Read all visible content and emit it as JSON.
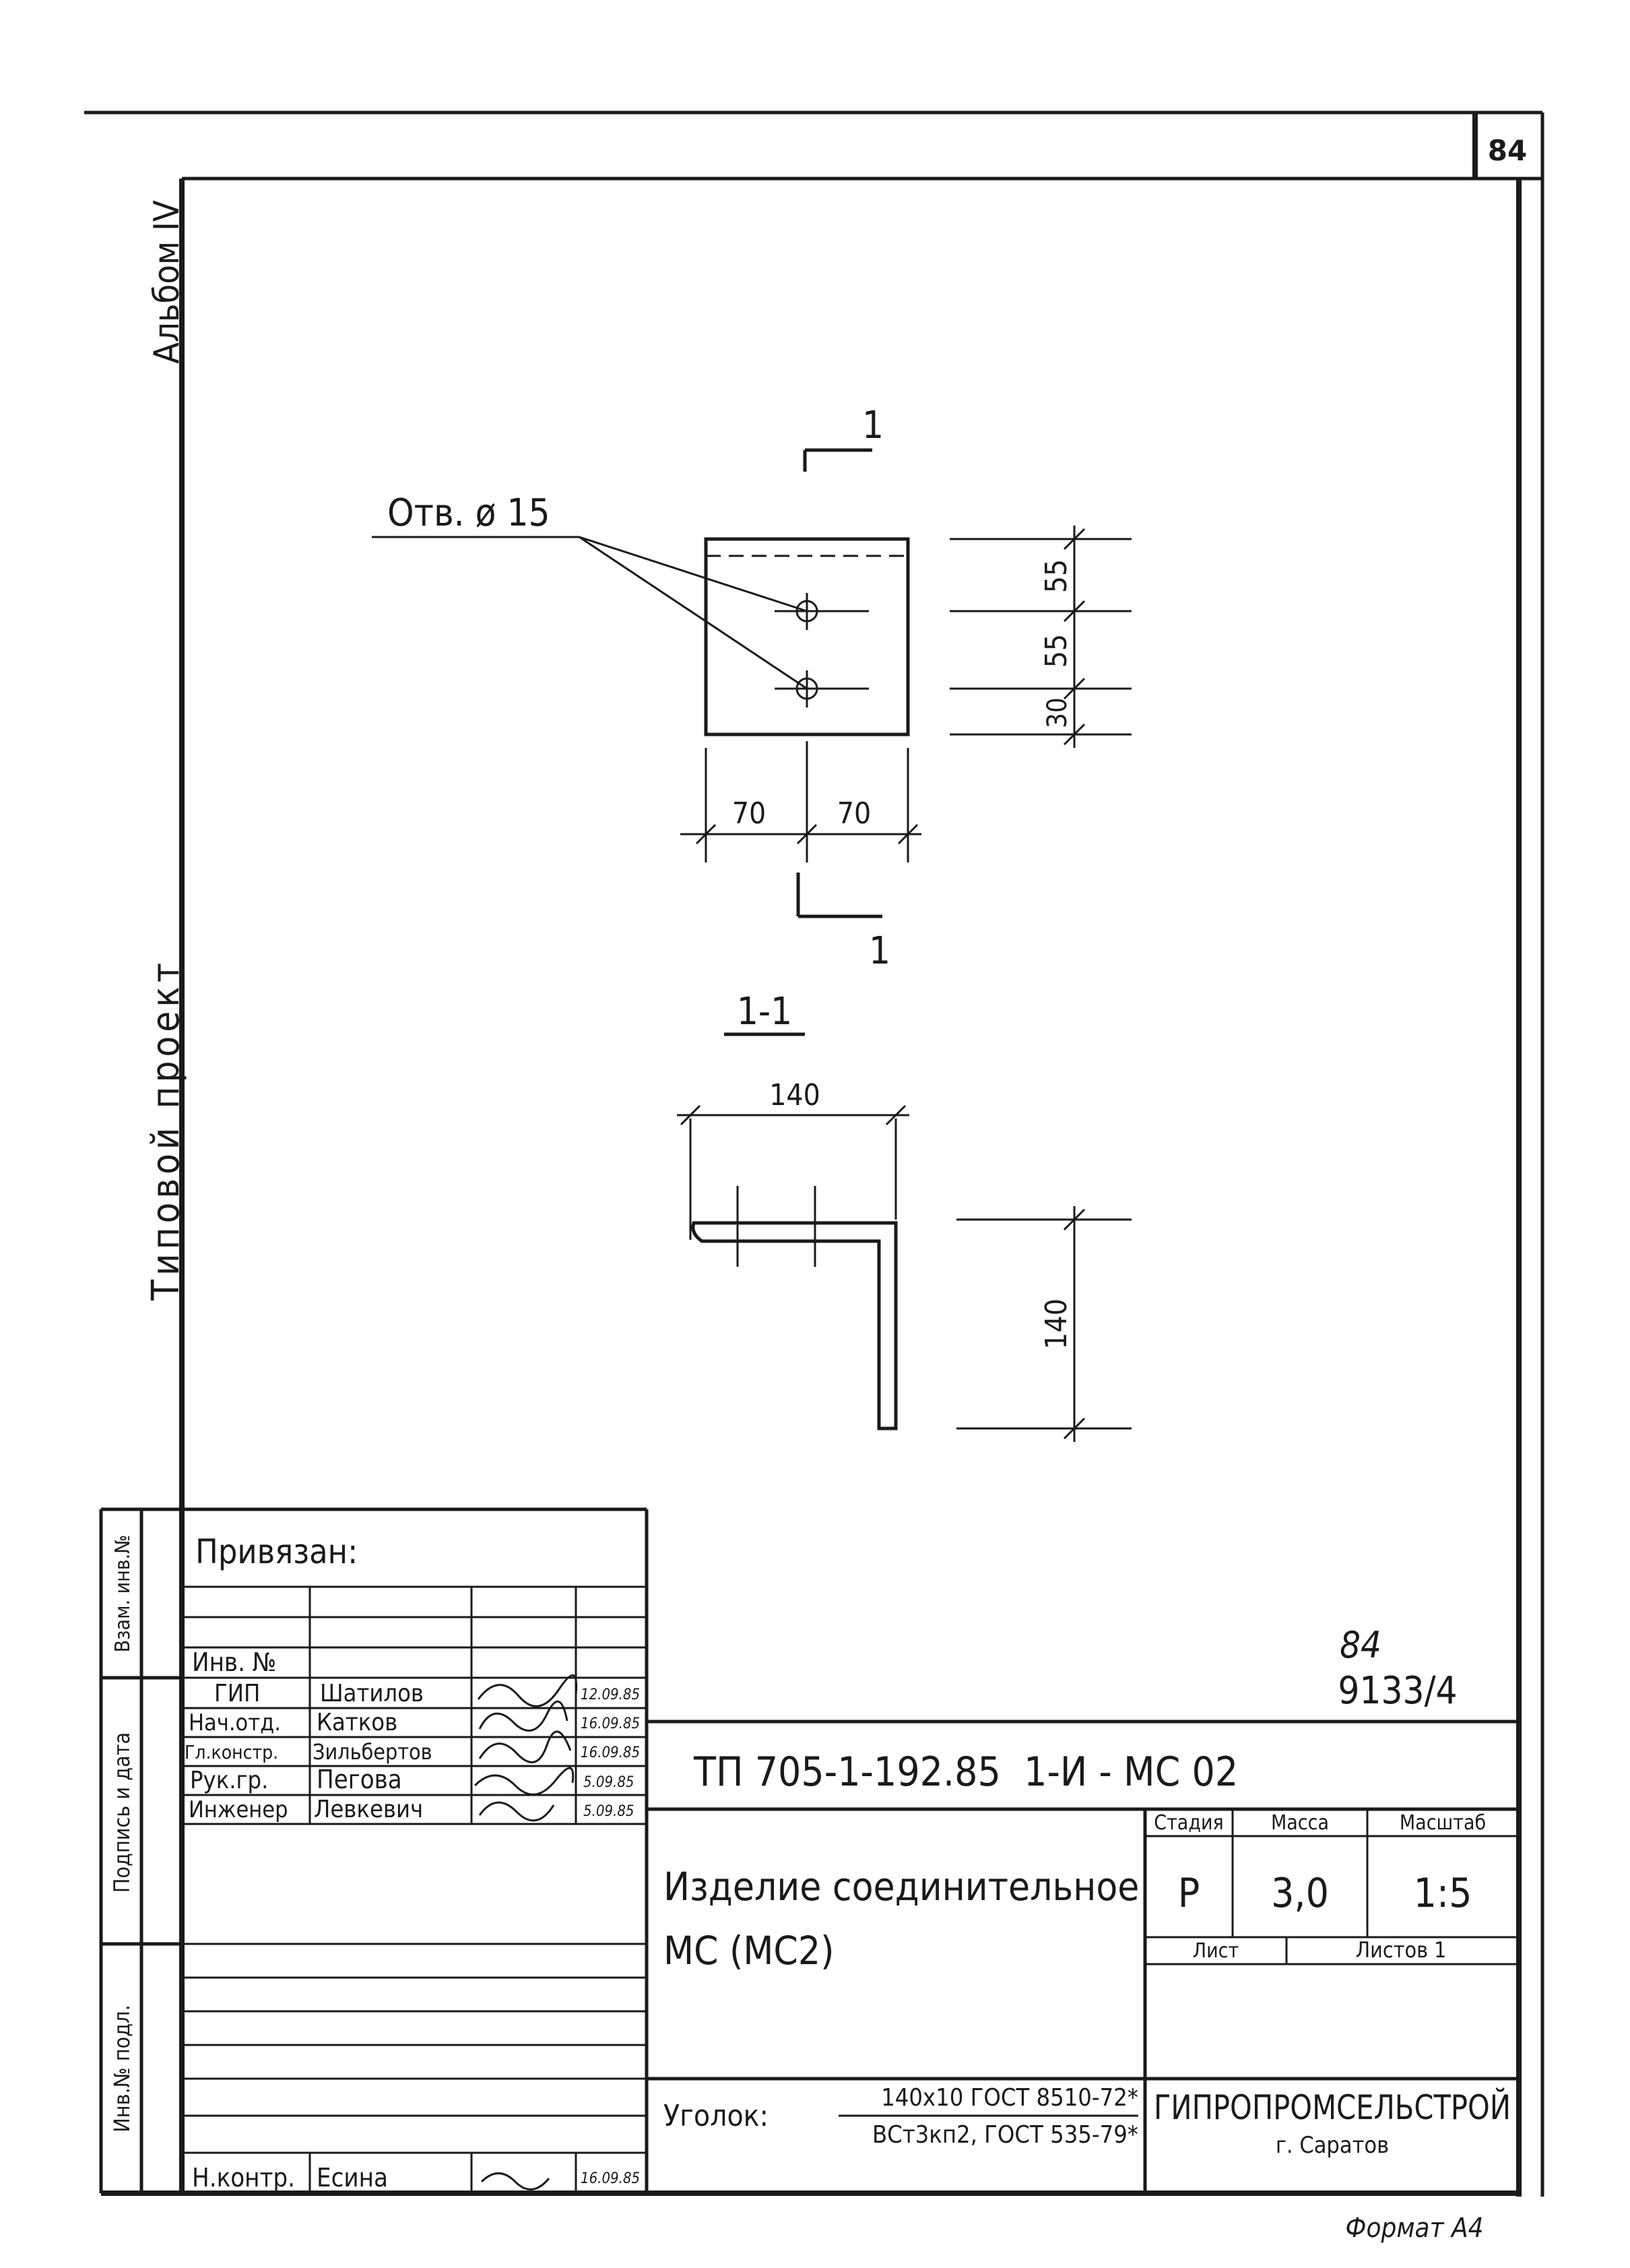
{
  "sheet_number": "84",
  "album": "Альбом IV",
  "project_kind": "Типовой проект",
  "plan_view": {
    "section_marker": "1",
    "hole_label": "Отв. ø 15",
    "dims_width": [
      "70",
      "70"
    ],
    "dims_height": [
      "55",
      "55",
      "30"
    ]
  },
  "section_view": {
    "title": "1-1",
    "dim_width": "140",
    "dim_height": "140"
  },
  "left_strip": {
    "cell1": "Взам. инв.№",
    "cell2": "Подпись и дата",
    "cell3": "Инв.№ подл."
  },
  "binding": {
    "label": "Привязан:",
    "inv_label": "Инв. №"
  },
  "signatures": [
    {
      "role": "ГИП",
      "name": "Шатилов",
      "date": "12.09.85"
    },
    {
      "role": "Нач.отд.",
      "name": "Катков",
      "date": "16.09.85"
    },
    {
      "role": "Гл.констр.",
      "name": "Зильбертов",
      "date": "16.09.85"
    },
    {
      "role": "Рук.гр.",
      "name": "Пегова",
      "date": "5.09.85"
    },
    {
      "role": "Инженер",
      "name": "Левкевич",
      "date": "5.09.85"
    }
  ],
  "normcontrol": {
    "role": "Н.контр.",
    "name": "Есина",
    "date": "16.09.85"
  },
  "doc_number_top": "84",
  "doc_number": "9133/4",
  "designation": "ТП 705-1-192.85  1-И - МС 02",
  "item_name_line1": "Изделие соединительное",
  "item_name_line2": "МС (МС2)",
  "stage_header": "Стадия",
  "mass_header": "Масса",
  "scale_header": "Масштаб",
  "stage": "Р",
  "mass": "3,0",
  "scale": "1:5",
  "sheet_label": "Лист",
  "sheets_label": "Листов 1",
  "material_label": "Уголок:",
  "material_line1": "140х10 ГОСТ 8510-72*",
  "material_line2": "ВСт3кп2, ГОСТ 535-79*",
  "organization": "ГИПРОПРОМСЕЛЬСТРОЙ",
  "city": "г. Саратов",
  "format": "Формат А4"
}
